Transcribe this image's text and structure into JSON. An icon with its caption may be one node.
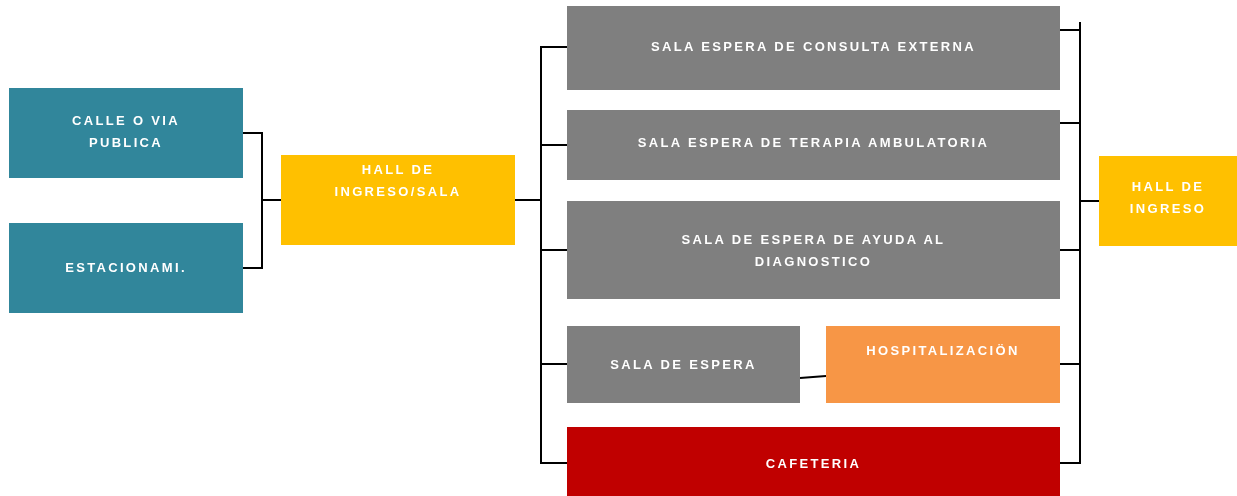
{
  "diagram": {
    "nodes": [
      {
        "text": [
          "CALLE O VIA PUBLICA"
        ]
      },
      {
        "text": [
          "ESTACIONAMI."
        ]
      },
      {
        "text": [
          "HALL DE INGRESO/SALA"
        ]
      },
      {
        "text": [
          "SALA ESPERA DE CONSULTA EXTERNA"
        ]
      },
      {
        "text": [
          "SALA ESPERA DE TERAPIA AMBULATORIA"
        ]
      },
      {
        "text": [
          "SALA DE ESPERA DE AYUDA AL DIAGNOSTICO"
        ]
      },
      {
        "text": [
          "SALA DE ESPERA"
        ]
      },
      {
        "text": [
          "HOSPITALIZACIÖN"
        ]
      },
      {
        "text": [
          "CAFETERIA"
        ]
      },
      {
        "text": [
          "HALL DE INGRESO"
        ]
      }
    ],
    "edges": [
      {
        "from": 0,
        "to": 2,
        "arrow": "none"
      },
      {
        "from": 1,
        "to": 2,
        "arrow": "none"
      },
      {
        "from": 2,
        "to": 3,
        "arrow": "none"
      },
      {
        "from": 2,
        "to": 4,
        "arrow": "none"
      },
      {
        "from": 2,
        "to": 5,
        "arrow": "none"
      },
      {
        "from": 2,
        "to": 6,
        "arrow": "none"
      },
      {
        "from": 2,
        "to": 8,
        "arrow": "none"
      },
      {
        "from": 6,
        "to": 7,
        "arrow": "none"
      },
      {
        "from": 3,
        "to": 9,
        "arrow": "none"
      },
      {
        "from": 4,
        "to": 9,
        "arrow": "none"
      },
      {
        "from": 5,
        "to": 9,
        "arrow": "none"
      },
      {
        "from": 7,
        "to": 9,
        "arrow": "none"
      },
      {
        "from": 8,
        "to": 9,
        "arrow": "none"
      }
    ]
  }
}
